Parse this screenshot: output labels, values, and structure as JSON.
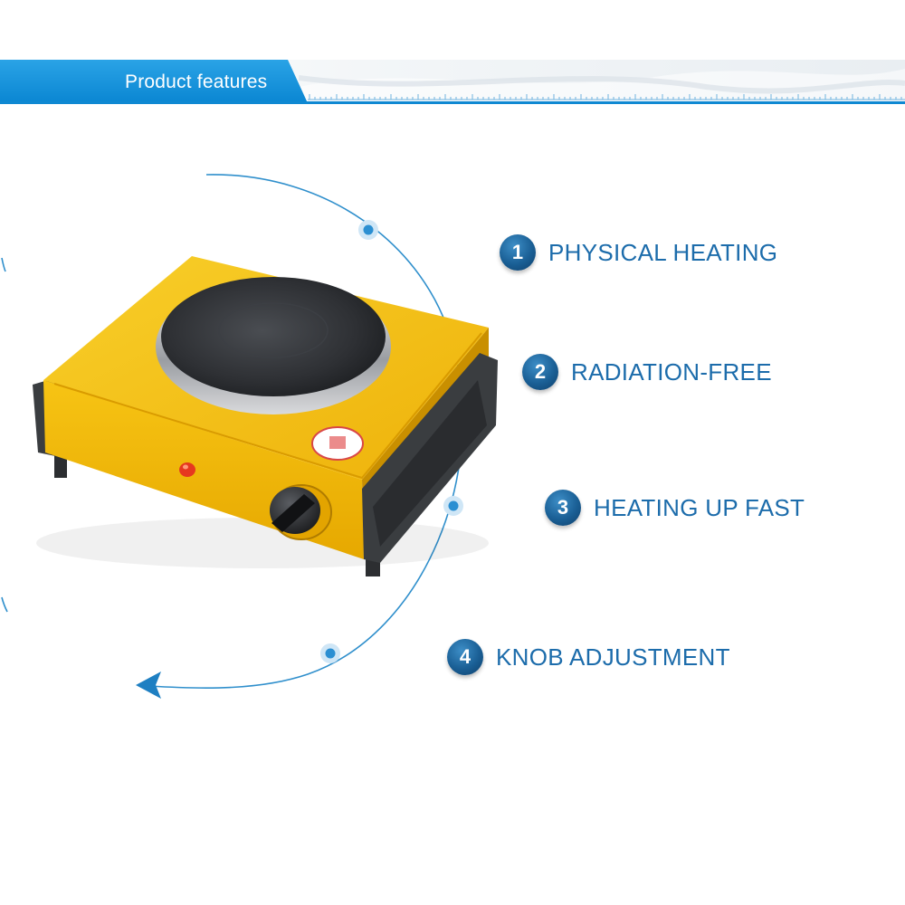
{
  "header": {
    "title": "Product features",
    "accent_color": "#0f88d2"
  },
  "features": [
    {
      "number": "1",
      "label": "PHYSICAL HEATING"
    },
    {
      "number": "2",
      "label": "RADIATION-FREE"
    },
    {
      "number": "3",
      "label": "HEATING UP FAST"
    },
    {
      "number": "4",
      "label": "KNOB ADJUSTMENT"
    }
  ],
  "product": {
    "icon": "hot-plate-stove-icon",
    "body_color": "#f2b400",
    "plate_color": "#2f3135",
    "handle_color": "#3a3d40"
  }
}
